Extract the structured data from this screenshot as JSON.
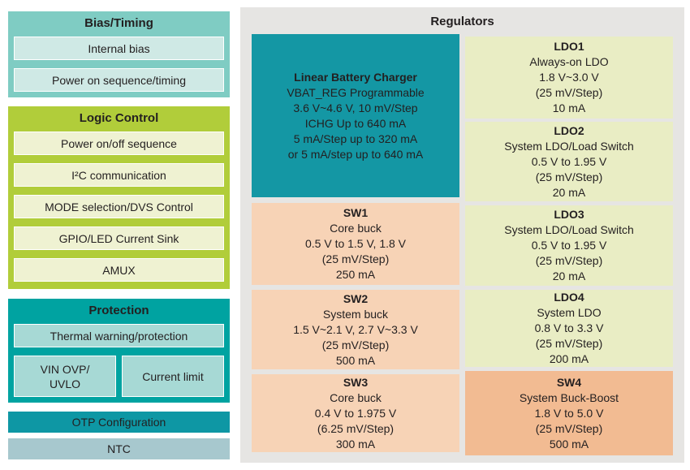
{
  "left": {
    "bias": {
      "title": "Bias/Timing",
      "items": [
        "Internal bias",
        "Power on sequence/timing"
      ]
    },
    "logic": {
      "title": "Logic Control",
      "items": [
        "Power on/off sequence",
        "I²C communication",
        "MODE selection/DVS Control",
        "GPIO/LED Current Sink",
        "AMUX"
      ]
    },
    "protection": {
      "title": "Protection",
      "items": [
        "Thermal warning/protection"
      ],
      "split_items": [
        {
          "line1": "VIN OVP/",
          "line2": "UVLO"
        },
        {
          "line1": "Current limit",
          "line2": ""
        }
      ]
    },
    "otp": "OTP Configuration",
    "ntc": "NTC"
  },
  "regulators": {
    "title": "Regulators",
    "charger": {
      "title": "Linear Battery Charger",
      "lines": [
        "VBAT_REG Programmable",
        "3.6 V~4.6 V, 10 mV/Step",
        "ICHG Up to 640 mA",
        "5 mA/Step up to 320 mA",
        "or 5 mA/step up to 640 mA"
      ]
    },
    "sw1": {
      "title": "SW1",
      "lines": [
        "Core buck",
        "0.5 V to 1.5 V, 1.8 V",
        "(25 mV/Step)",
        "250 mA"
      ]
    },
    "sw2": {
      "title": "SW2",
      "lines": [
        "System buck",
        "1.5 V~2.1 V, 2.7 V~3.3 V",
        "(25 mV/Step)",
        "500 mA"
      ]
    },
    "sw3": {
      "title": "SW3",
      "lines": [
        "Core buck",
        "0.4 V to 1.975 V",
        "(6.25 mV/Step)",
        "300 mA"
      ]
    },
    "ldo1": {
      "title": "LDO1",
      "lines": [
        "Always-on LDO",
        "1.8 V~3.0 V",
        "(25 mV/Step)",
        "10 mA"
      ]
    },
    "ldo2": {
      "title": "LDO2",
      "lines": [
        "System LDO/Load Switch",
        "0.5 V to 1.95 V",
        "(25 mV/Step)",
        "20 mA"
      ]
    },
    "ldo3": {
      "title": "LDO3",
      "lines": [
        "System LDO/Load Switch",
        "0.5 V to 1.95 V",
        "(25 mV/Step)",
        "20 mA"
      ]
    },
    "ldo4": {
      "title": "LDO4",
      "lines": [
        "System LDO",
        "0.8 V to 3.3 V",
        "(25 mV/Step)",
        "200 mA"
      ]
    },
    "sw4": {
      "title": "SW4",
      "lines": [
        "System Buck-Boost",
        "1.8 V to 5.0 V",
        "(25 mV/Step)",
        "500 mA"
      ]
    }
  },
  "colors": {
    "bias_bg": "#7fccc3",
    "bias_item_bg": "#cfe9e5",
    "logic_bg": "#b1cd3a",
    "logic_item_bg": "#eff2d2",
    "protection_bg": "#00a3a1",
    "protection_item_bg": "#a7d9d5",
    "otp_bg": "#0e97a4",
    "ntc_bg": "#a7c8ce",
    "panel_bg": "#e6e5e3",
    "charger_bg": "#1497a4",
    "ldo_bg": "#e9edc4",
    "sw_bg": "#f7d3b6",
    "sw4_bg": "#f2bb92",
    "text": "#231f20"
  }
}
